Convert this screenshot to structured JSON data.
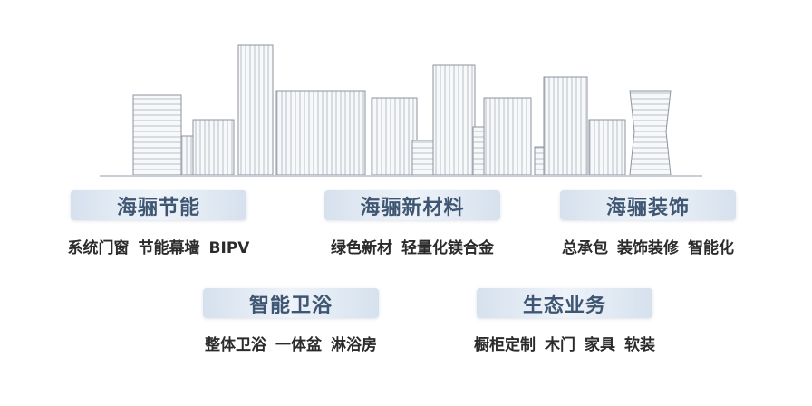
{
  "sections": [
    {
      "title": "海骊节能",
      "items": [
        "系统门窗",
        "节能幕墙",
        "BIPV"
      ]
    },
    {
      "title": "海骊新材料",
      "items": [
        "绿色新材",
        "轻量化镁合金"
      ]
    },
    {
      "title": "海骊装饰",
      "items": [
        "总承包",
        "装饰装修",
        "智能化"
      ]
    },
    {
      "title": "智能卫浴",
      "items": [
        "整体卫浴",
        "一体盆",
        "淋浴房"
      ]
    },
    {
      "title": "生态业务",
      "items": [
        "橱柜定制",
        "木门",
        "家具",
        "软装"
      ]
    }
  ],
  "colors": {
    "heading": "#3f5673",
    "text": "#2b2b2b",
    "pill": "#dde6f0"
  }
}
